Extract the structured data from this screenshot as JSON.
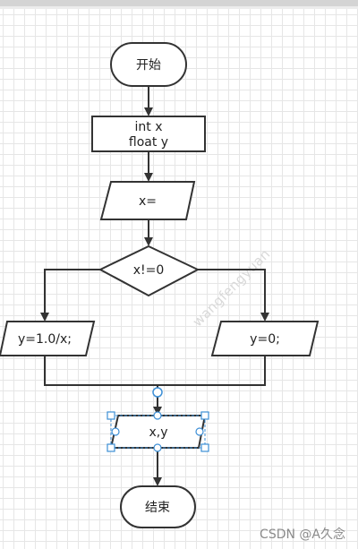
{
  "flowchart": {
    "start_label": "开始",
    "declare_line1": "int x",
    "declare_line2": "float y",
    "input_label": "x=",
    "condition_label": "x!=0",
    "true_branch_label": "y=1.0/x;",
    "false_branch_label": "y=0;",
    "output_label": "x,y",
    "end_label": "结束"
  },
  "watermark": "wangfengyuan",
  "footer": {
    "credit": "CSDN @A久念"
  },
  "colors": {
    "stroke": "#333333",
    "grid": "#e6e6e6",
    "selection": "#3d8fd6"
  }
}
